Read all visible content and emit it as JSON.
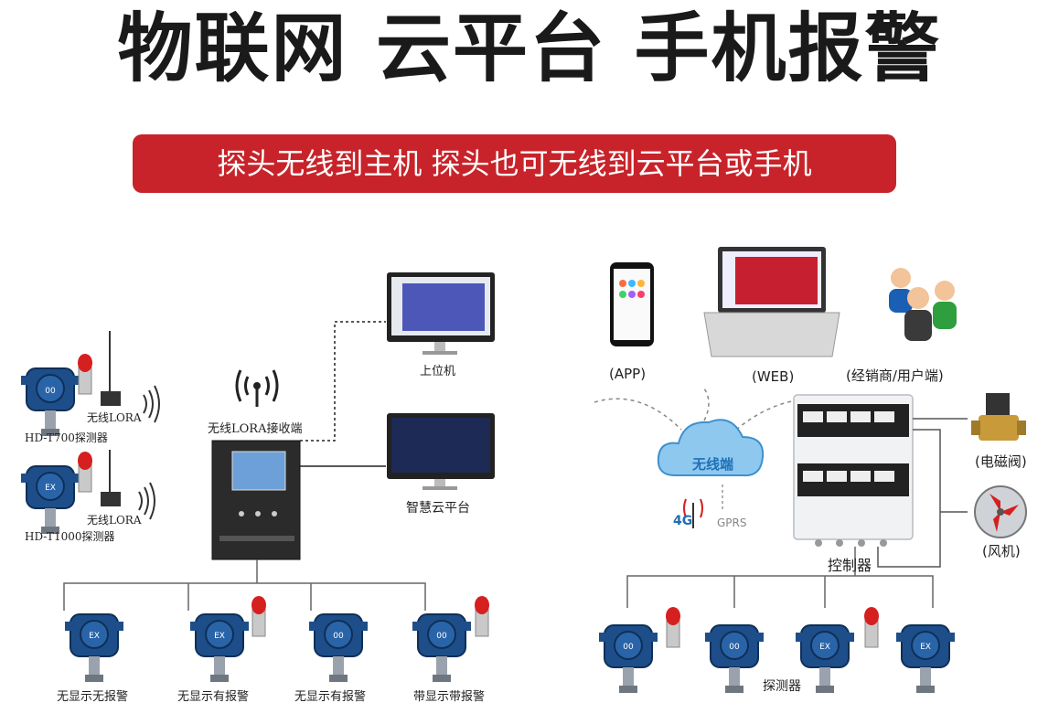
{
  "title": "物联网 云平台 手机报警",
  "banner": "探头无线到主机 探头也可无线到云平台或手机",
  "left": {
    "detector_t700": "HD-T700探测器",
    "detector_t1000": "HD-T1000探测器",
    "lora_tag_1": "无线LORA",
    "lora_tag_2": "无线LORA",
    "receiver": "无线LORA接收端",
    "host_pc": "上位机",
    "cloud_platform": "智慧云平台",
    "bottom": [
      "无显示无报警",
      "无显示有报警",
      "无显示有报警",
      "带显示带报警"
    ]
  },
  "right": {
    "app": "(APP)",
    "web": "(WEB)",
    "users": "(经销商/用户端)",
    "cloud": "无线端",
    "net_4g": "4G",
    "net_gprs": "GPRS",
    "controller": "控制器",
    "valve": "(电磁阀)",
    "fan": "(风机)",
    "detectors": "探测器"
  },
  "colors": {
    "banner": "#c8232a",
    "detector_blue": "#1d4e89",
    "alarm_red": "#d61f1f"
  }
}
